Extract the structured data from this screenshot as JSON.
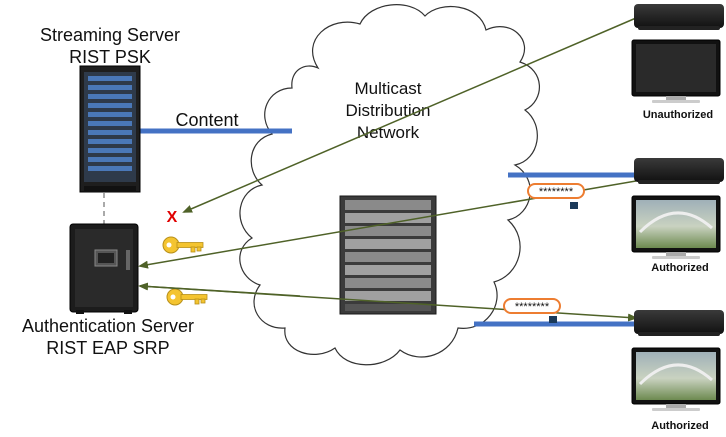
{
  "streaming_server": {
    "line1": "Streaming Server",
    "line2": "RIST PSK"
  },
  "auth_server": {
    "line1": "Authentication Server",
    "line2": "RIST EAP SRP"
  },
  "content_label": "Content",
  "cloud": {
    "line1": "Multicast",
    "line2": "Distribution",
    "line3": "Network"
  },
  "receivers": [
    {
      "status": "Unauthorized"
    },
    {
      "status": "Authorized",
      "password_mask": "********"
    },
    {
      "status": "Authorized",
      "password_mask": "********"
    }
  ],
  "denied_mark": "X",
  "colors": {
    "content_line": "#4472c4",
    "arrow": "#4f6228",
    "key": "#f4c430",
    "password_border": "#ed7d31",
    "denied": "#e00000"
  }
}
